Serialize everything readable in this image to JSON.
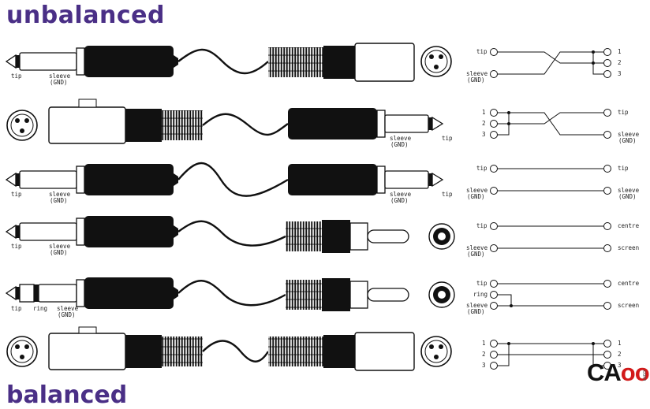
{
  "title": "unbalanced",
  "title_next": "balanced",
  "labels": {
    "tip": "tip",
    "ring": "ring",
    "sleeve": "sleeve",
    "gnd": "(GND)",
    "centre": "centre",
    "screen": "screen",
    "p1": "1",
    "p2": "2",
    "p3": "3"
  },
  "watermark": {
    "a": "CA",
    "b": "oo1",
    "domain": ".com"
  }
}
